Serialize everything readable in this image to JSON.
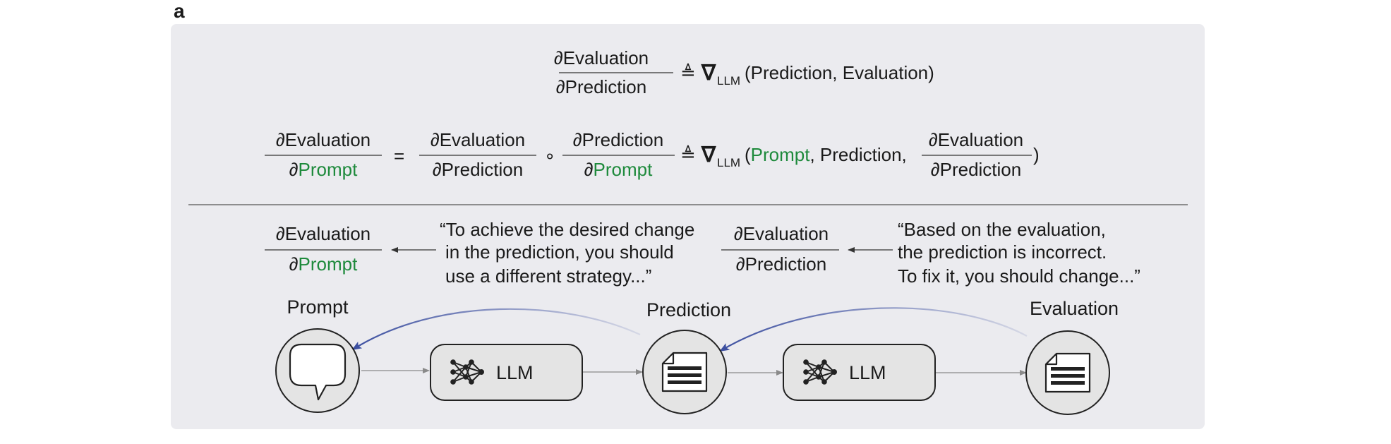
{
  "panel_label": "a",
  "equation1": {
    "numerator": "∂Evaluation",
    "denominator": "∂Prediction",
    "def_symbol": "≜",
    "nabla": "∇",
    "subscript": "LLM",
    "args": "(Prediction, Evaluation)"
  },
  "equation2": {
    "lhs_numerator": "∂Evaluation",
    "lhs_denominator_partial": "∂",
    "lhs_denominator_var": "Prompt",
    "equals": "=",
    "f1_numerator": "∂Evaluation",
    "f1_denominator": "∂Prediction",
    "compose": "∘",
    "f2_numerator": "∂Prediction",
    "f2_denominator_partial": "∂",
    "f2_denominator_var": "Prompt",
    "def_symbol": "≜",
    "nabla": "∇",
    "subscript": "LLM",
    "open_paren": "(",
    "arg_prompt": "Prompt",
    "arg_prediction": ", Prediction,",
    "arg_frac_numerator": "∂Evaluation",
    "arg_frac_denominator": "∂Prediction",
    "close_paren": ")"
  },
  "feedback": {
    "prompt_grad_numerator": "∂Evaluation",
    "prompt_grad_denominator_partial": "∂",
    "prompt_grad_denominator_var": "Prompt",
    "prompt_quote_lines": [
      "“To achieve the desired change",
      "in the prediction, you should",
      "use a different strategy...”"
    ],
    "prediction_grad_numerator": "∂Evaluation",
    "prediction_grad_denominator": "∂Prediction",
    "prediction_quote_lines": [
      "“Based on the evaluation,",
      "the prediction is incorrect.",
      "To fix it, you should change...”"
    ]
  },
  "pipeline": {
    "prompt_label": "Prompt",
    "prediction_label": "Prediction",
    "evaluation_label": "Evaluation",
    "llm1_label": "LLM",
    "llm2_label": "LLM"
  },
  "colors": {
    "panel_bg": "#ebebef",
    "green": "#1e8a3c",
    "feedback_arrow": "#3c4fa0",
    "node_fill": "#e4e4e4",
    "text": "#1a1a1a"
  }
}
